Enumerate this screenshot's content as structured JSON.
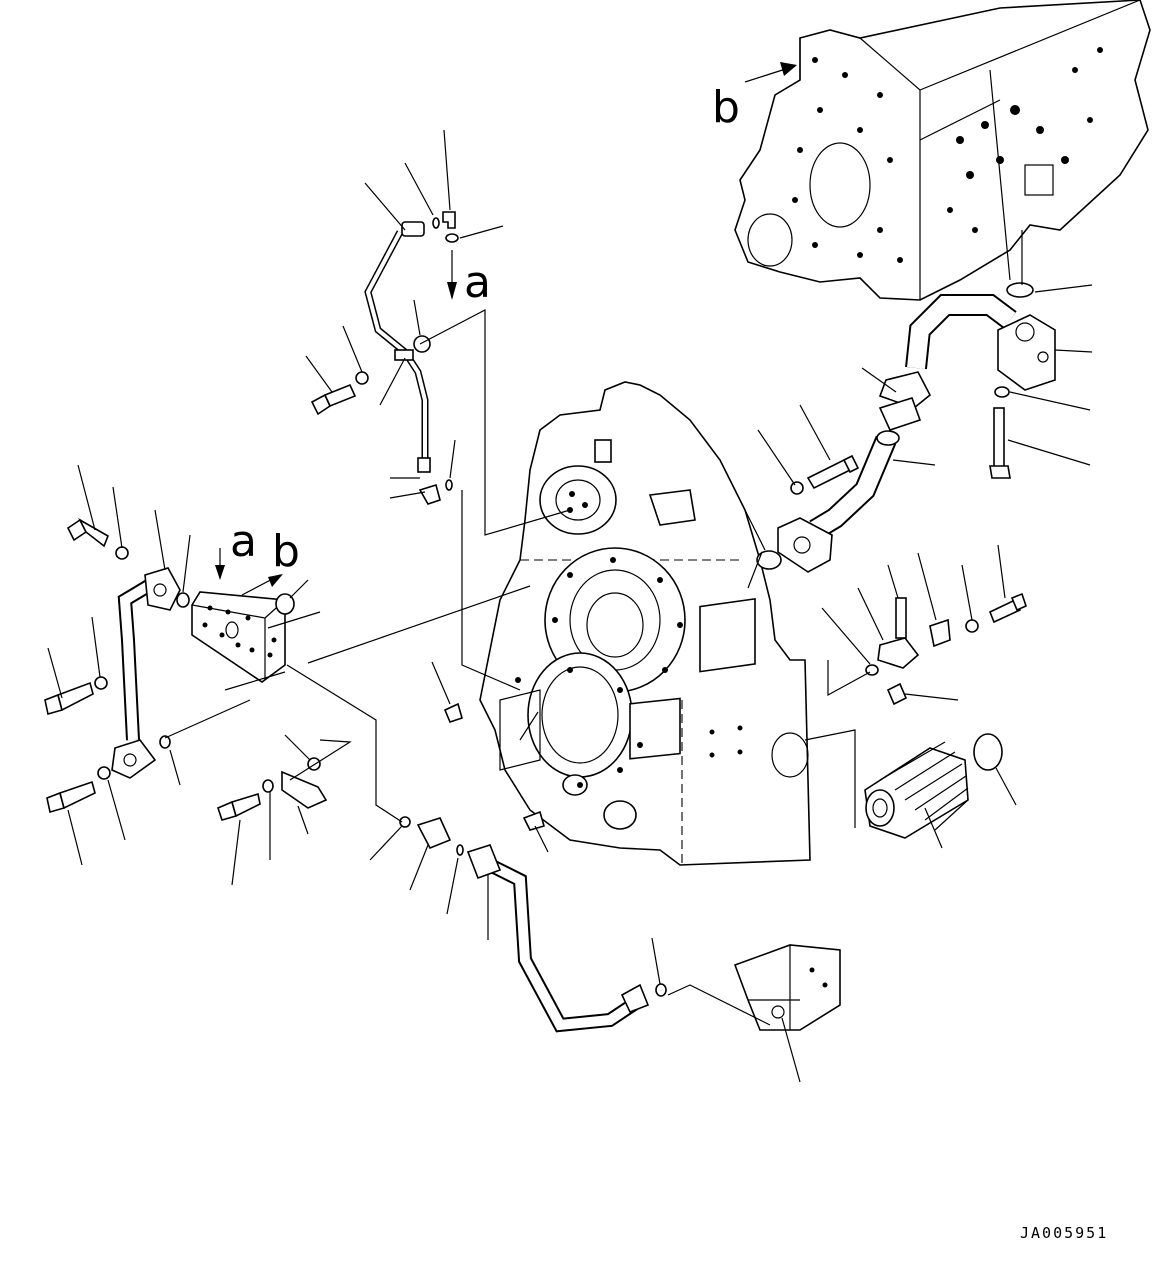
{
  "diagram": {
    "reference_labels": {
      "a_top": "a",
      "a_block": "a",
      "b_block": "b",
      "b_engine": "b"
    },
    "drawing_code": "JA005951"
  }
}
